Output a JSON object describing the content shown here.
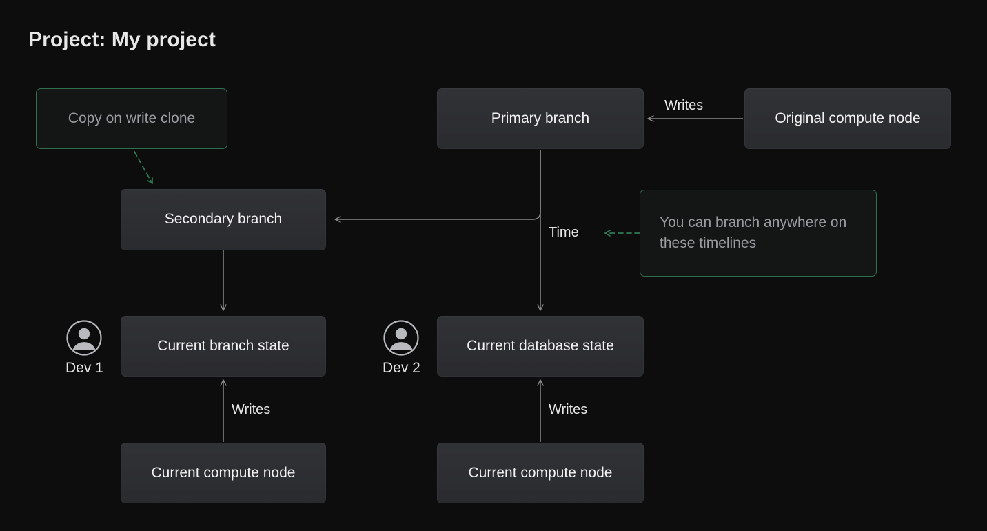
{
  "page": {
    "title": "Project: My project",
    "background_color": "#0d0d0d",
    "node_fill_color": "#2e2f33",
    "accent_green": "#2f6f4e",
    "text_color": "#f2f2f3",
    "muted_text_color": "#9a9ca0",
    "connector_color": "#8a8a8c"
  },
  "nodes": {
    "copy_on_write_clone": {
      "label": "Copy on write clone",
      "style": "outlined-green"
    },
    "primary_branch": {
      "label": "Primary branch",
      "style": "filled"
    },
    "original_compute_node": {
      "label": "Original compute node",
      "style": "filled"
    },
    "secondary_branch": {
      "label": "Secondary branch",
      "style": "filled"
    },
    "branch_anywhere_note": {
      "label": "You can branch anywhere on these timelines",
      "style": "outlined-green"
    },
    "current_branch_state": {
      "label": "Current branch state",
      "style": "filled"
    },
    "current_database_state": {
      "label": "Current database state",
      "style": "filled"
    },
    "current_compute_node_left": {
      "label": "Current compute node",
      "style": "filled"
    },
    "current_compute_node_right": {
      "label": "Current compute node",
      "style": "filled"
    }
  },
  "edge_labels": {
    "writes_top": "Writes",
    "time": "Time",
    "writes_left": "Writes",
    "writes_right": "Writes"
  },
  "avatars": [
    {
      "name": "Dev 1",
      "icon": "user-avatar-icon"
    },
    {
      "name": "Dev 2",
      "icon": "user-avatar-icon"
    }
  ]
}
